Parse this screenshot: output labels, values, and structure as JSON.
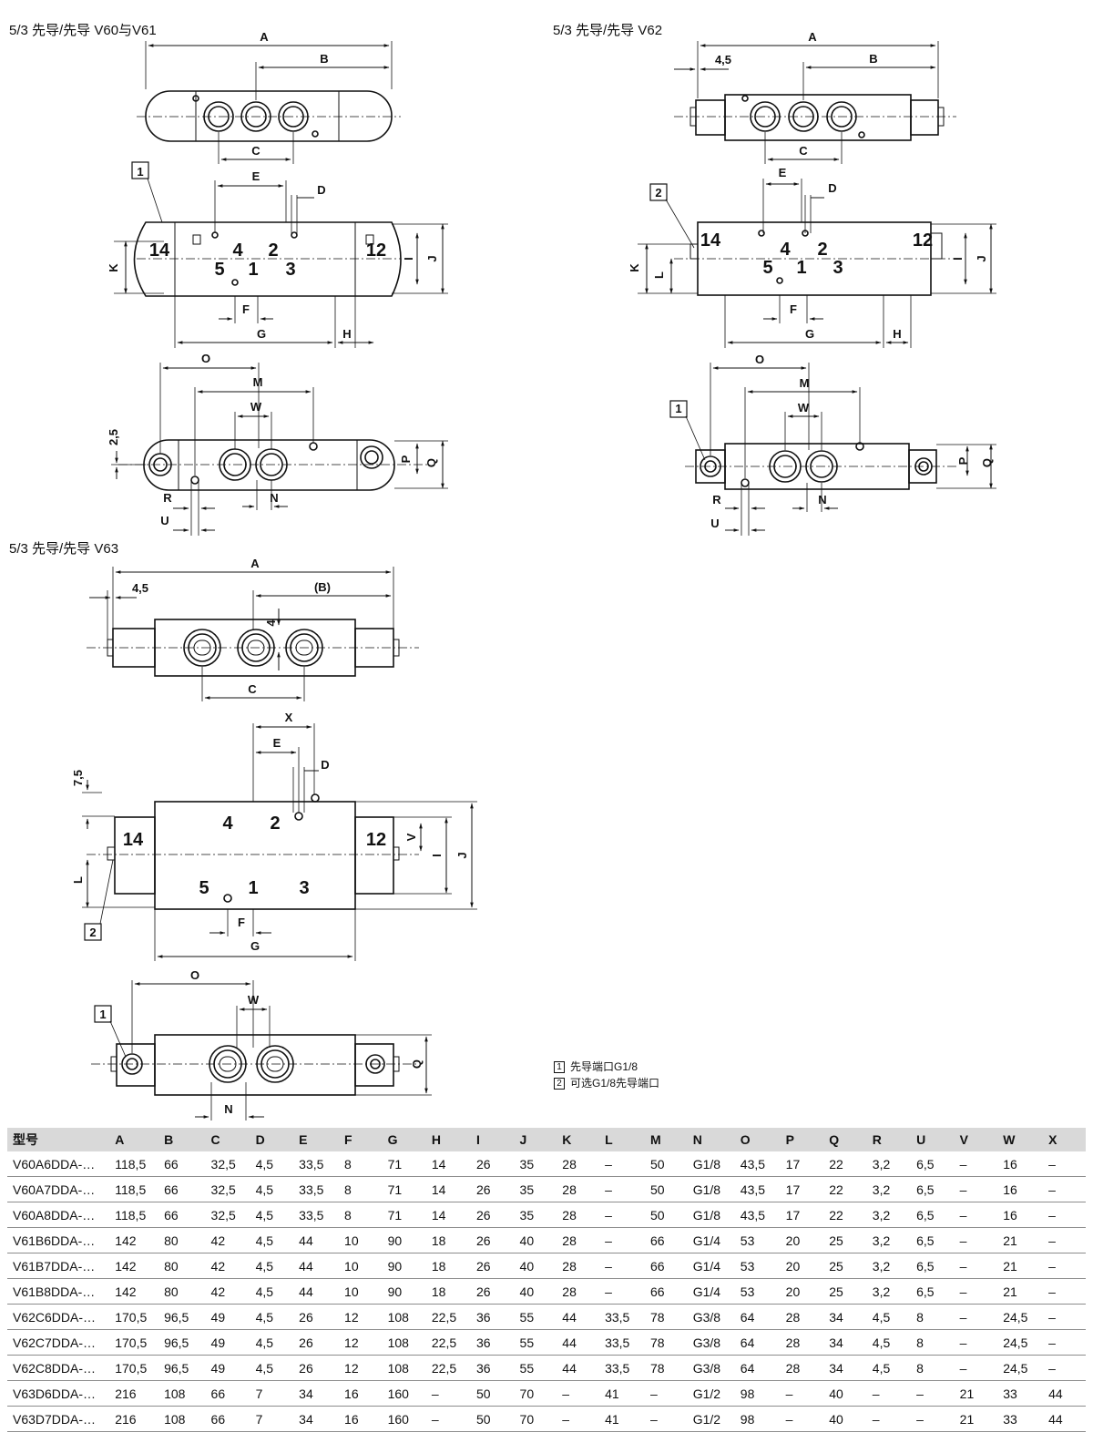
{
  "sections": {
    "v60_v61": "5/3 先导/先导 V60与V61",
    "v62": "5/3 先导/先导 V62",
    "v63": "5/3 先导/先导 V63"
  },
  "legend": [
    {
      "num": "1",
      "text": "先导端口G1/8"
    },
    {
      "num": "2",
      "text": "可选G1/8先导端口"
    }
  ],
  "table": {
    "headers": [
      "型号",
      "A",
      "B",
      "C",
      "D",
      "E",
      "F",
      "G",
      "H",
      "I",
      "J",
      "K",
      "L",
      "M",
      "N",
      "O",
      "P",
      "Q",
      "R",
      "U",
      "V",
      "W",
      "X"
    ],
    "rows": [
      [
        "V60A6DDA-…",
        "118,5",
        "66",
        "32,5",
        "4,5",
        "33,5",
        "8",
        "71",
        "14",
        "26",
        "35",
        "28",
        "–",
        "50",
        "G1/8",
        "43,5",
        "17",
        "22",
        "3,2",
        "6,5",
        "–",
        "16",
        "–"
      ],
      [
        "V60A7DDA-…",
        "118,5",
        "66",
        "32,5",
        "4,5",
        "33,5",
        "8",
        "71",
        "14",
        "26",
        "35",
        "28",
        "–",
        "50",
        "G1/8",
        "43,5",
        "17",
        "22",
        "3,2",
        "6,5",
        "–",
        "16",
        "–"
      ],
      [
        "V60A8DDA-…",
        "118,5",
        "66",
        "32,5",
        "4,5",
        "33,5",
        "8",
        "71",
        "14",
        "26",
        "35",
        "28",
        "–",
        "50",
        "G1/8",
        "43,5",
        "17",
        "22",
        "3,2",
        "6,5",
        "–",
        "16",
        "–"
      ],
      [
        "V61B6DDA-…",
        "142",
        "80",
        "42",
        "4,5",
        "44",
        "10",
        "90",
        "18",
        "26",
        "40",
        "28",
        "–",
        "66",
        "G1/4",
        "53",
        "20",
        "25",
        "3,2",
        "6,5",
        "–",
        "21",
        "–"
      ],
      [
        "V61B7DDA-…",
        "142",
        "80",
        "42",
        "4,5",
        "44",
        "10",
        "90",
        "18",
        "26",
        "40",
        "28",
        "–",
        "66",
        "G1/4",
        "53",
        "20",
        "25",
        "3,2",
        "6,5",
        "–",
        "21",
        "–"
      ],
      [
        "V61B8DDA-…",
        "142",
        "80",
        "42",
        "4,5",
        "44",
        "10",
        "90",
        "18",
        "26",
        "40",
        "28",
        "–",
        "66",
        "G1/4",
        "53",
        "20",
        "25",
        "3,2",
        "6,5",
        "–",
        "21",
        "–"
      ],
      [
        "V62C6DDA-…",
        "170,5",
        "96,5",
        "49",
        "4,5",
        "26",
        "12",
        "108",
        "22,5",
        "36",
        "55",
        "44",
        "33,5",
        "78",
        "G3/8",
        "64",
        "28",
        "34",
        "4,5",
        "8",
        "–",
        "24,5",
        "–"
      ],
      [
        "V62C7DDA-…",
        "170,5",
        "96,5",
        "49",
        "4,5",
        "26",
        "12",
        "108",
        "22,5",
        "36",
        "55",
        "44",
        "33,5",
        "78",
        "G3/8",
        "64",
        "28",
        "34",
        "4,5",
        "8",
        "–",
        "24,5",
        "–"
      ],
      [
        "V62C8DDA-…",
        "170,5",
        "96,5",
        "49",
        "4,5",
        "26",
        "12",
        "108",
        "22,5",
        "36",
        "55",
        "44",
        "33,5",
        "78",
        "G3/8",
        "64",
        "28",
        "34",
        "4,5",
        "8",
        "–",
        "24,5",
        "–"
      ],
      [
        "V63D6DDA-…",
        "216",
        "108",
        "66",
        "7",
        "34",
        "16",
        "160",
        "–",
        "50",
        "70",
        "–",
        "41",
        "–",
        "G1/2",
        "98",
        "–",
        "40",
        "–",
        "–",
        "21",
        "33",
        "44"
      ],
      [
        "V63D7DDA-…",
        "216",
        "108",
        "66",
        "7",
        "34",
        "16",
        "160",
        "–",
        "50",
        "70",
        "–",
        "41",
        "–",
        "G1/2",
        "98",
        "–",
        "40",
        "–",
        "–",
        "21",
        "33",
        "44"
      ]
    ]
  }
}
